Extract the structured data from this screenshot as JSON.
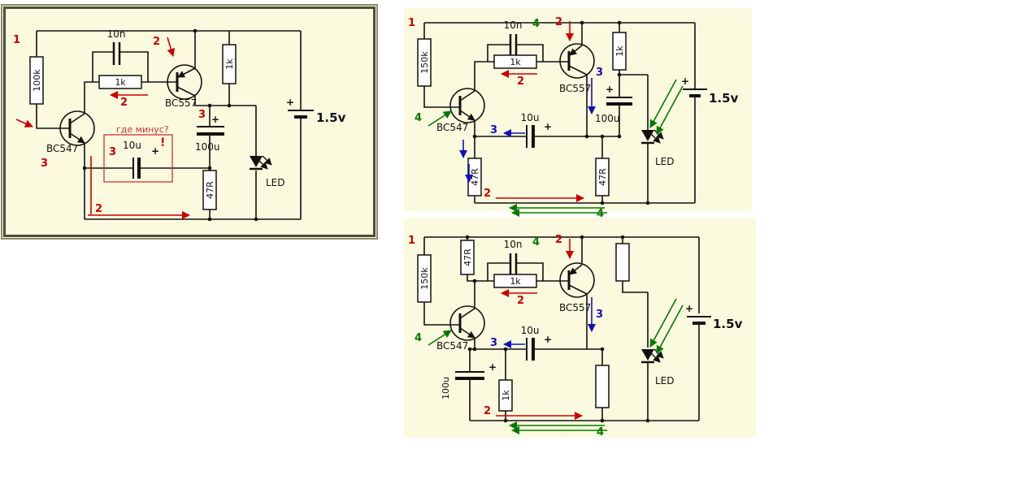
{
  "colors": {
    "wire": "#111111",
    "panel_bg": "#fcfade",
    "frame": "#4e4e3c",
    "annotation_red": "#cc0000",
    "annotation_green": "#007a00",
    "annotation_blue": "#1111bb",
    "highlight_red": "#cc3333"
  },
  "symbols": {
    "plus": "+",
    "alert": "!"
  },
  "steps": {
    "one": "1",
    "two": "2",
    "three": "3",
    "four": "4"
  },
  "panel1": {
    "labels": {
      "r_base": "100k",
      "c_fb": "10n",
      "r_fb": "1k",
      "q2": "BC557",
      "r_coll": "1k",
      "q1": "BC547",
      "question": "где минус?",
      "c_couple": "10u",
      "c_filt": "100u",
      "r_emit": "47R",
      "led": "LED",
      "battery": "1.5v"
    }
  },
  "panel2": {
    "labels": {
      "r_base": "150k",
      "c_fb": "10n",
      "r_fb": "1k",
      "q2": "BC557",
      "r_coll": "1k",
      "q1": "BC547",
      "c_couple": "10u",
      "c_filt": "100u",
      "r_emit": "47R",
      "r_led": "47R",
      "led": "LED",
      "battery": "1.5v"
    }
  },
  "panel3": {
    "labels": {
      "r_base": "150k",
      "r_top": "47R",
      "c_fb": "10n",
      "r_fb": "1k",
      "q2": "BC557",
      "q1": "BC547",
      "c_couple": "10u",
      "c_filt": "100u",
      "r_small": "1k",
      "led": "LED",
      "battery": "1.5v"
    }
  }
}
